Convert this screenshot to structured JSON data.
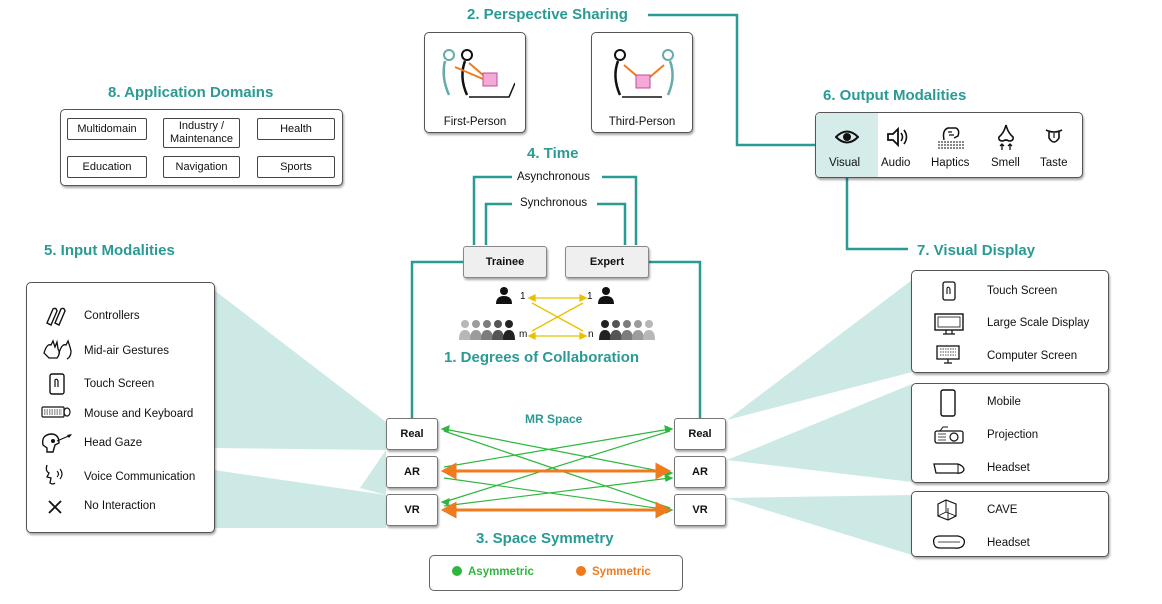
{
  "colors": {
    "teal": "#2a9a95",
    "green": "#2db83d",
    "orange": "#f07b1e",
    "gold": "#e8c200",
    "highlight": "#d6ecea",
    "band": "#cde9e6"
  },
  "perspective": {
    "title": "2. Perspective Sharing",
    "first": "First-Person",
    "third": "Third-Person"
  },
  "domains": {
    "title": "8. Application Domains",
    "items": [
      "Multidomain",
      "Industry / Maintenance",
      "Health",
      "Education",
      "Navigation",
      "Sports"
    ]
  },
  "time": {
    "title": "4. Time",
    "async": "Asynchronous",
    "sync": "Synchronous"
  },
  "output": {
    "title": "6. Output Modalities",
    "items": [
      {
        "label": "Visual",
        "icon": "eye-icon"
      },
      {
        "label": "Audio",
        "icon": "speaker-icon"
      },
      {
        "label": "Haptics",
        "icon": "hand-icon"
      },
      {
        "label": "Smell",
        "icon": "nose-icon"
      },
      {
        "label": "Taste",
        "icon": "tongue-icon"
      }
    ]
  },
  "input": {
    "title": "5. Input Modalities",
    "items": [
      {
        "label": "Controllers",
        "icon": "controllers-icon"
      },
      {
        "label": "Mid-air Gestures",
        "icon": "gesture-icon"
      },
      {
        "label": "Touch Screen",
        "icon": "touch-screen-icon"
      },
      {
        "label": "Mouse and Keyboard",
        "icon": "keyboard-icon"
      },
      {
        "label": "Head Gaze",
        "icon": "head-gaze-icon"
      },
      {
        "label": "Voice Communication",
        "icon": "voice-icon"
      },
      {
        "label": "No Interaction",
        "icon": "cross-icon"
      }
    ]
  },
  "collab": {
    "title": "1. Degrees of Collaboration",
    "trainee": "Trainee",
    "expert": "Expert",
    "one": "1",
    "many": "m",
    "n": "n"
  },
  "visual_display": {
    "title": "7. Visual Display",
    "groups": [
      [
        "Touch Screen",
        "Large Scale Display",
        "Computer Screen"
      ],
      [
        "Mobile",
        "Projection",
        "Headset"
      ],
      [
        "CAVE",
        "Headset"
      ]
    ]
  },
  "space": {
    "label": "MR Space",
    "left": [
      "Real",
      "AR",
      "VR"
    ],
    "right": [
      "Real",
      "AR",
      "VR"
    ]
  },
  "symmetry": {
    "title": "3. Space Symmetry",
    "asym": "Asymmetric",
    "sym": "Symmetric"
  }
}
